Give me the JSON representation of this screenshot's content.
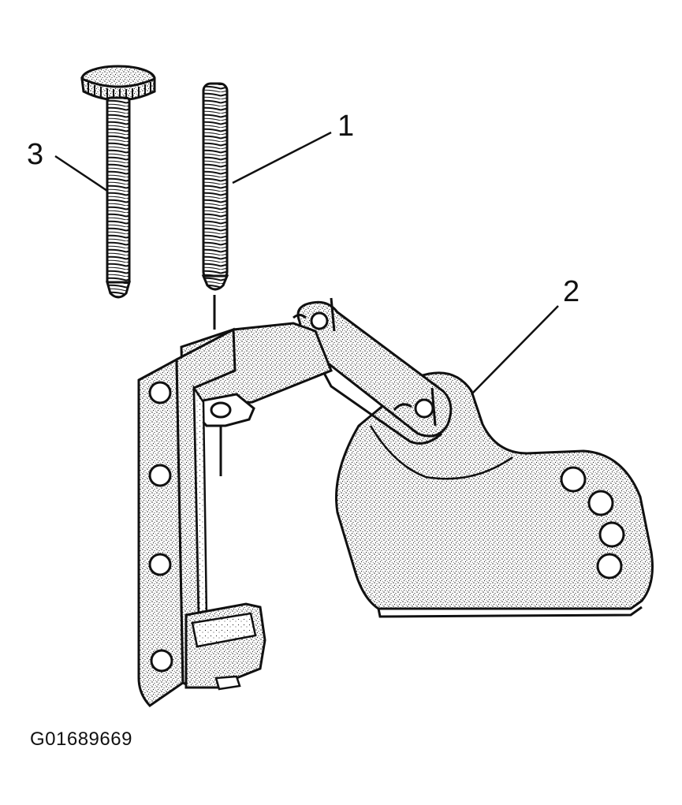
{
  "callouts": {
    "one": "1",
    "two": "2",
    "three": "3"
  },
  "figure_id": "G01689669",
  "colors": {
    "ink": "#111111",
    "fill": "#d9d9d9",
    "paper": "#ffffff"
  }
}
